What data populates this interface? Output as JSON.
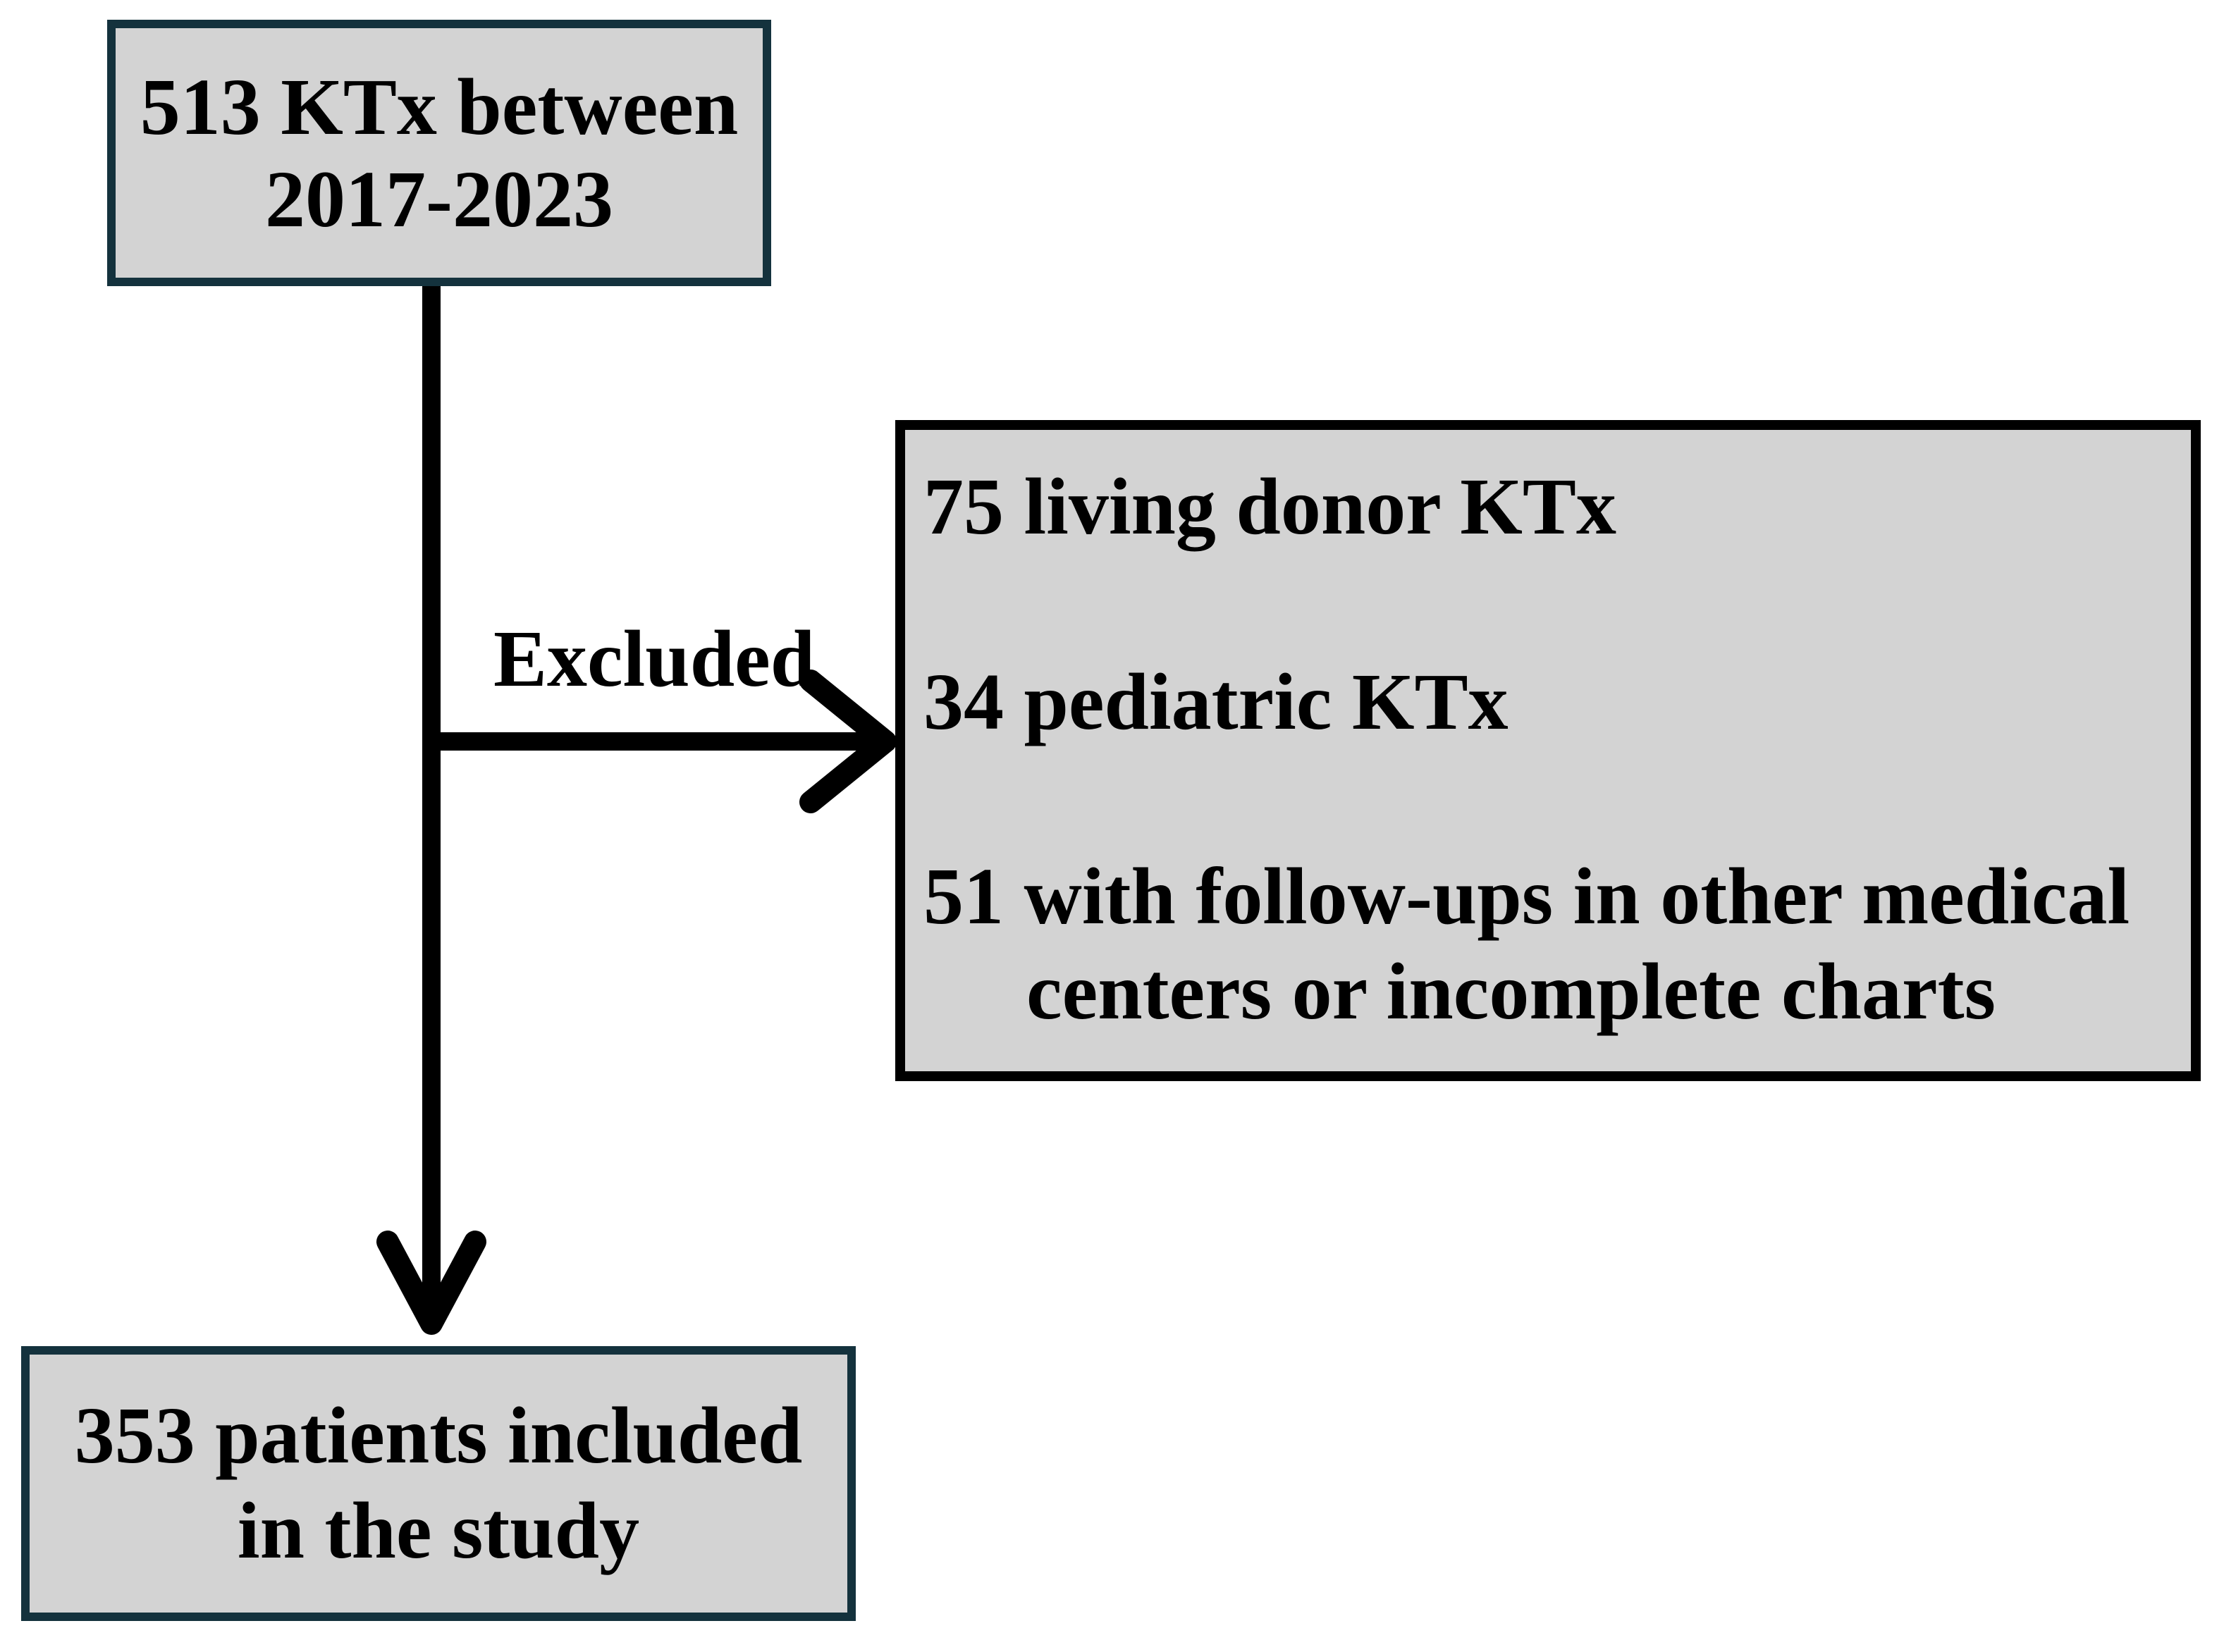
{
  "diagram": {
    "nodes": {
      "total": {
        "lines": [
          "513 KTx between",
          "2017-2023"
        ]
      },
      "exclusions": {
        "items": [
          {
            "lines": [
              "75 living donor KTx"
            ]
          },
          {
            "lines": [
              "34 pediatric KTx"
            ]
          },
          {
            "lines": [
              "51 with follow-ups in other medical",
              "centers or incomplete charts"
            ]
          }
        ]
      },
      "included": {
        "lines": [
          "353 patients included",
          "in the study"
        ]
      }
    },
    "labels": {
      "excluded_arrow": "Excluded"
    },
    "colors": {
      "node_fill": "#d3d3d3",
      "node_border": "#14323d",
      "exclusion_border": "#000000",
      "connector": "#000000",
      "background": "#ffffff"
    }
  }
}
